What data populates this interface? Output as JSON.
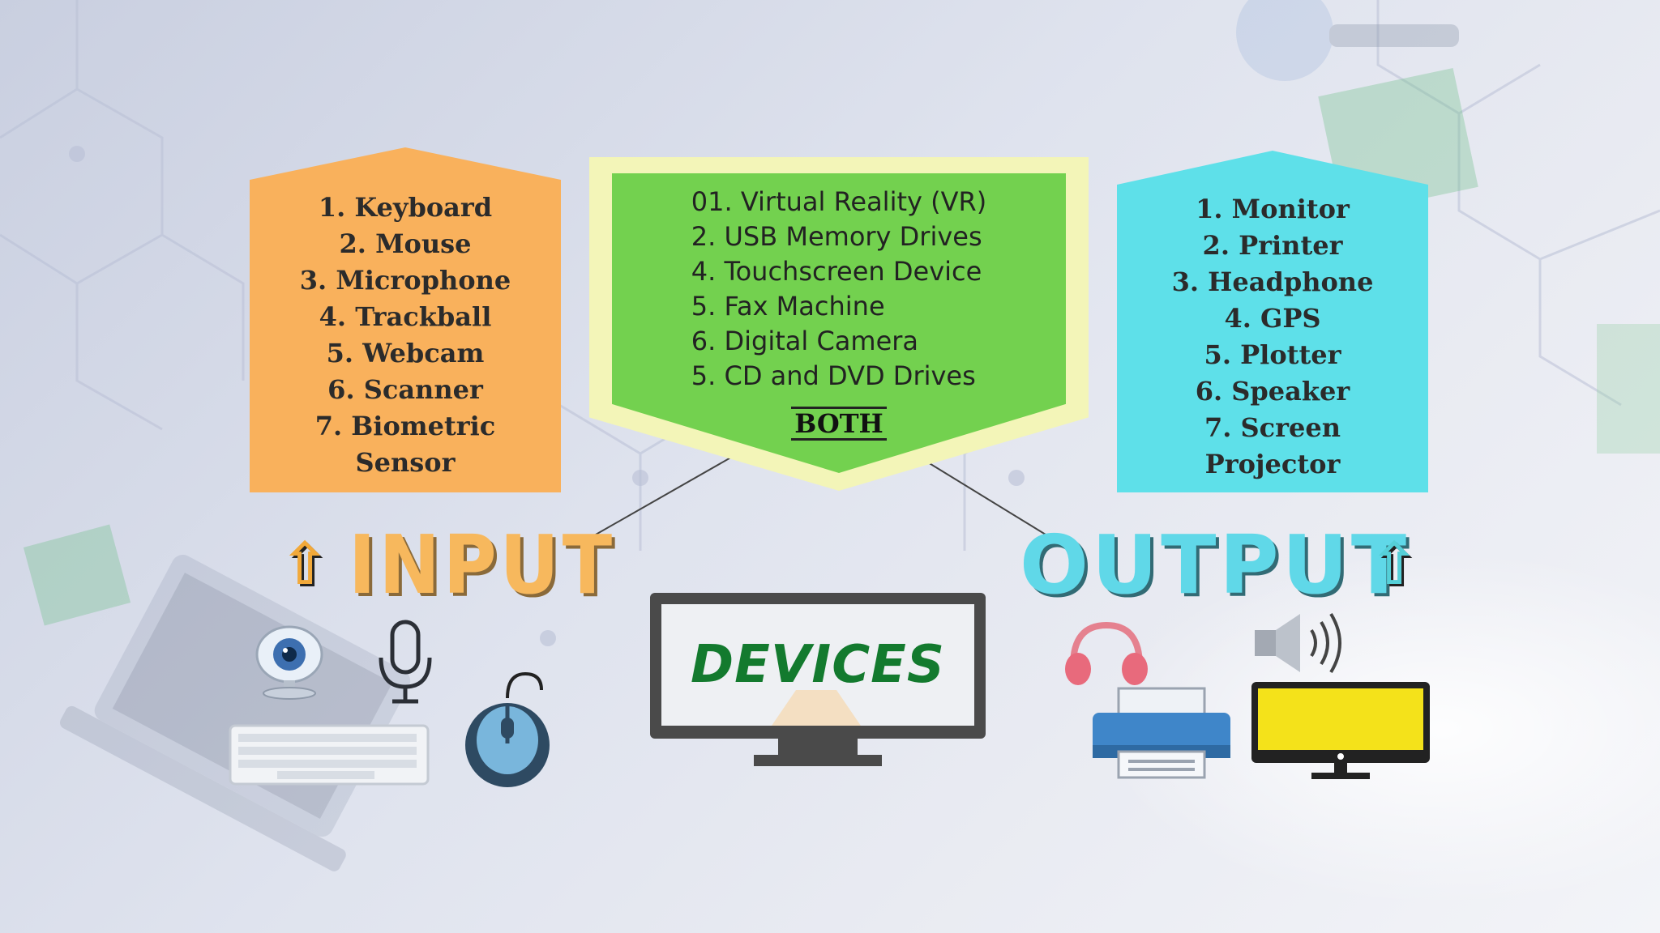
{
  "watermark": "",
  "input": {
    "title": "INPUT",
    "items": [
      "1. Keyboard",
      "2.  Mouse",
      "3. Microphone",
      "4. Trackball",
      "5. Webcam",
      "6. Scanner",
      "7. Biometric",
      "Sensor"
    ]
  },
  "both": {
    "items": [
      "01. Virtual Reality (VR)",
      "2. USB Memory Drives",
      "4. Touchscreen Device",
      "5. Fax Machine",
      "6. Digital Camera",
      "5. CD and DVD Drives"
    ],
    "title": "BOTH"
  },
  "output": {
    "title": "OUTPUT",
    "items": [
      "1. Monitor",
      "2. Printer",
      "3. Headphone",
      "4. GPS",
      "5. Plotter",
      "6. Speaker",
      "7. Screen",
      "Projector"
    ]
  },
  "center": {
    "label": "DEVICES"
  },
  "arrows": {
    "up": "⇧"
  },
  "colors": {
    "input_panel": "#f9b15c",
    "both_panel": "#73d14f",
    "output_panel": "#5ee0e9",
    "devices_text": "#137a2e"
  },
  "icons": [
    "up-arrow-icon",
    "webcam-icon",
    "microphone-icon",
    "keyboard-icon",
    "mouse-icon",
    "monitor-icon",
    "headphone-icon",
    "speaker-icon",
    "printer-icon",
    "yellow-monitor-icon",
    "laptop-icon",
    "circuit-board-icon",
    "magnifier-icon"
  ]
}
